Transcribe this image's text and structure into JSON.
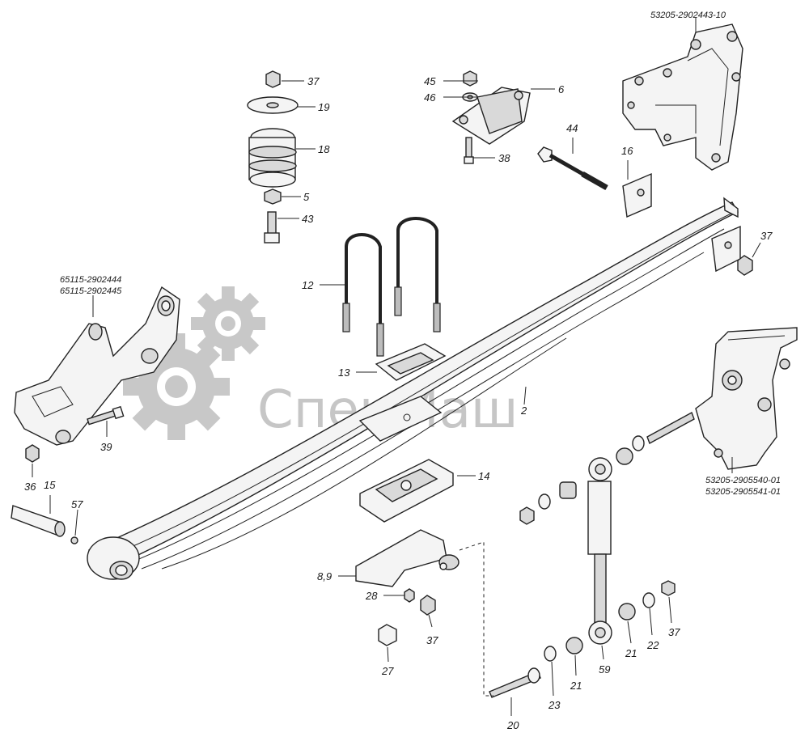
{
  "watermark": {
    "text": "СпецМаш",
    "color": "#c4c4c4"
  },
  "part_codes": {
    "rear_bracket": "53205-2902443-10",
    "front_bracket_a": "65115-2902444",
    "front_bracket_b": "65115-2902445",
    "shock_bracket_a": "53205-2905540-01",
    "shock_bracket_b": "53205-2905541-01"
  },
  "callouts": {
    "n2": "2",
    "n5": "5",
    "n6": "6",
    "n89": "8,9",
    "n12": "12",
    "n13": "13",
    "n14": "14",
    "n15": "15",
    "n16": "16",
    "n18": "18",
    "n19": "19",
    "n20": "20",
    "n21a": "21",
    "n21b": "21",
    "n22": "22",
    "n23": "23",
    "n27": "27",
    "n28": "28",
    "n36": "36",
    "n37a": "37",
    "n37b": "37",
    "n37c": "37",
    "n37d": "37",
    "n38": "38",
    "n39": "39",
    "n43": "43",
    "n44": "44",
    "n45": "45",
    "n46": "46",
    "n57": "57",
    "n59": "59"
  }
}
